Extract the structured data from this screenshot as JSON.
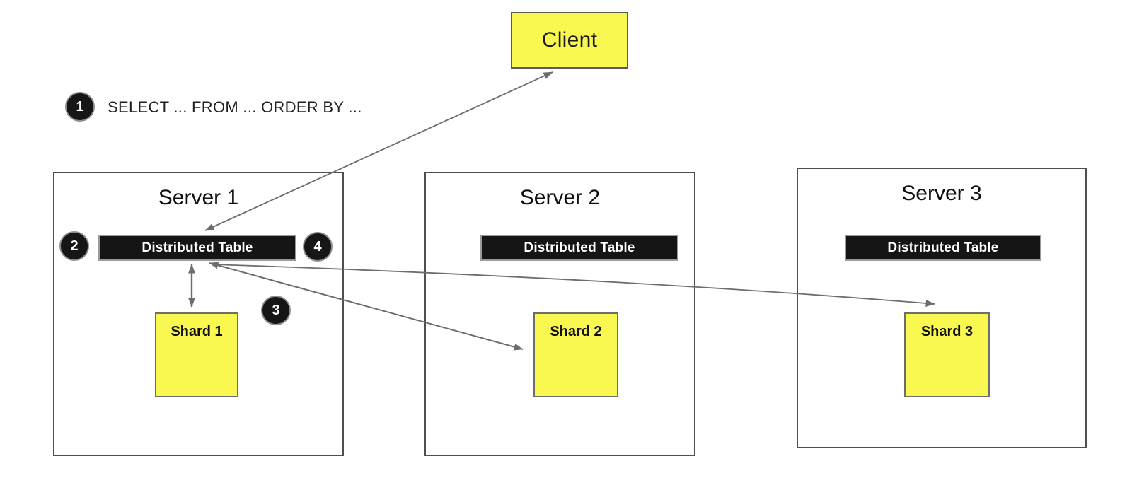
{
  "client": {
    "label": "Client"
  },
  "steps": {
    "step1_badge": "1",
    "step1_text": "SELECT ... FROM ... ORDER BY ...",
    "badge2": "2",
    "badge3": "3",
    "badge4": "4"
  },
  "servers": [
    {
      "title": "Server 1",
      "table_label": "Distributed Table",
      "shard_label": "Shard 1"
    },
    {
      "title": "Server 2",
      "table_label": "Distributed Table",
      "shard_label": "Shard 2"
    },
    {
      "title": "Server 3",
      "table_label": "Distributed Table",
      "shard_label": "Shard 3"
    }
  ],
  "colors": {
    "highlight_yellow": "#F9F850",
    "bar_black": "#151515",
    "bar_text": "#FFFFFF",
    "line_gray": "#6d6d6d",
    "box_border": "#4f4f4f",
    "text_black": "#1c1c1c"
  }
}
